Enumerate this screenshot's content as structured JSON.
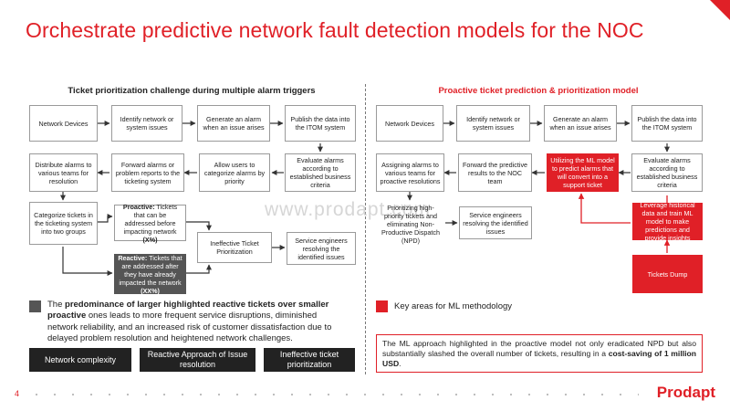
{
  "slide": {
    "title": "Orchestrate predictive network fault detection models for the NOC",
    "page_number": "4",
    "logo": "Prodapt",
    "watermark": "www.prodapt.com"
  },
  "colors": {
    "accent": "#e02027",
    "dark_box": "#555555",
    "tag_bg": "#222222"
  },
  "left": {
    "heading": "Ticket prioritization challenge during multiple alarm triggers",
    "boxes": {
      "network_devices": "Network Devices",
      "identify": "Identify network or system issues",
      "generate": "Generate an alarm when an issue arises",
      "publish": "Publish the data into the ITOM system",
      "evaluate": "Evaluate alarms according to established business criteria",
      "allow_users": "Allow users to categorize alarms by priority",
      "forward": "Forward alarms or problem reports to the ticketing system",
      "distribute": "Distribute alarms to various teams for resolution",
      "categorize": "Categorize tickets in the ticketing system into two groups",
      "proactive_label": "Proactive:",
      "proactive_text": " Tickets that can be addressed before impacting network ",
      "proactive_pct": "(X%)",
      "reactive_label": "Reactive:",
      "reactive_text": " Tickets that are addressed after they have already impacted the network ",
      "reactive_pct": "(XX%)",
      "ineffective": "Ineffective Ticket Prioritization",
      "service_engineers": "Service engineers resolving the identified issues"
    },
    "legend": {
      "intro": "The ",
      "bold": "predominance of larger highlighted reactive tickets over smaller proactive",
      "rest": " ones leads to more frequent service disruptions, diminished network reliability, and an increased risk of customer dissatisfaction due to delayed problem resolution and heightened network challenges."
    },
    "tags": [
      "Network complexity",
      "Reactive Approach of Issue resolution",
      "Ineffective ticket prioritization"
    ]
  },
  "right": {
    "heading": "Proactive ticket prediction & prioritization model",
    "boxes": {
      "network_devices": "Network Devices",
      "identify": "Identify network or system issues",
      "generate": "Generate an alarm when an issue arises",
      "publish": "Publish the data into the ITOM system",
      "evaluate": "Evaluate alarms according to established business criteria",
      "ml_predict": "Utilizing the ML model to predict alarms that will convert into a support ticket",
      "forward": "Forward the predictive results to the NOC team",
      "assigning": "Assigning alarms to various teams for proactive resolutions",
      "prioritizing": "Prioritizing high-priority tickets and eliminating Non-Productive Dispatch (NPD)",
      "service_engineers": "Service engineers resolving the identified issues",
      "leverage": "Leverage historical data and train ML model to make predictions and provide insights",
      "tickets_dump": "Tickets Dump"
    },
    "legend": "Key areas for ML methodology",
    "summary": {
      "text": "The ML approach highlighted in the proactive model not only eradicated NPD but also substantially slashed the overall number of tickets, resulting in a ",
      "bold": "cost-saving of 1 million USD",
      "end": "."
    }
  }
}
